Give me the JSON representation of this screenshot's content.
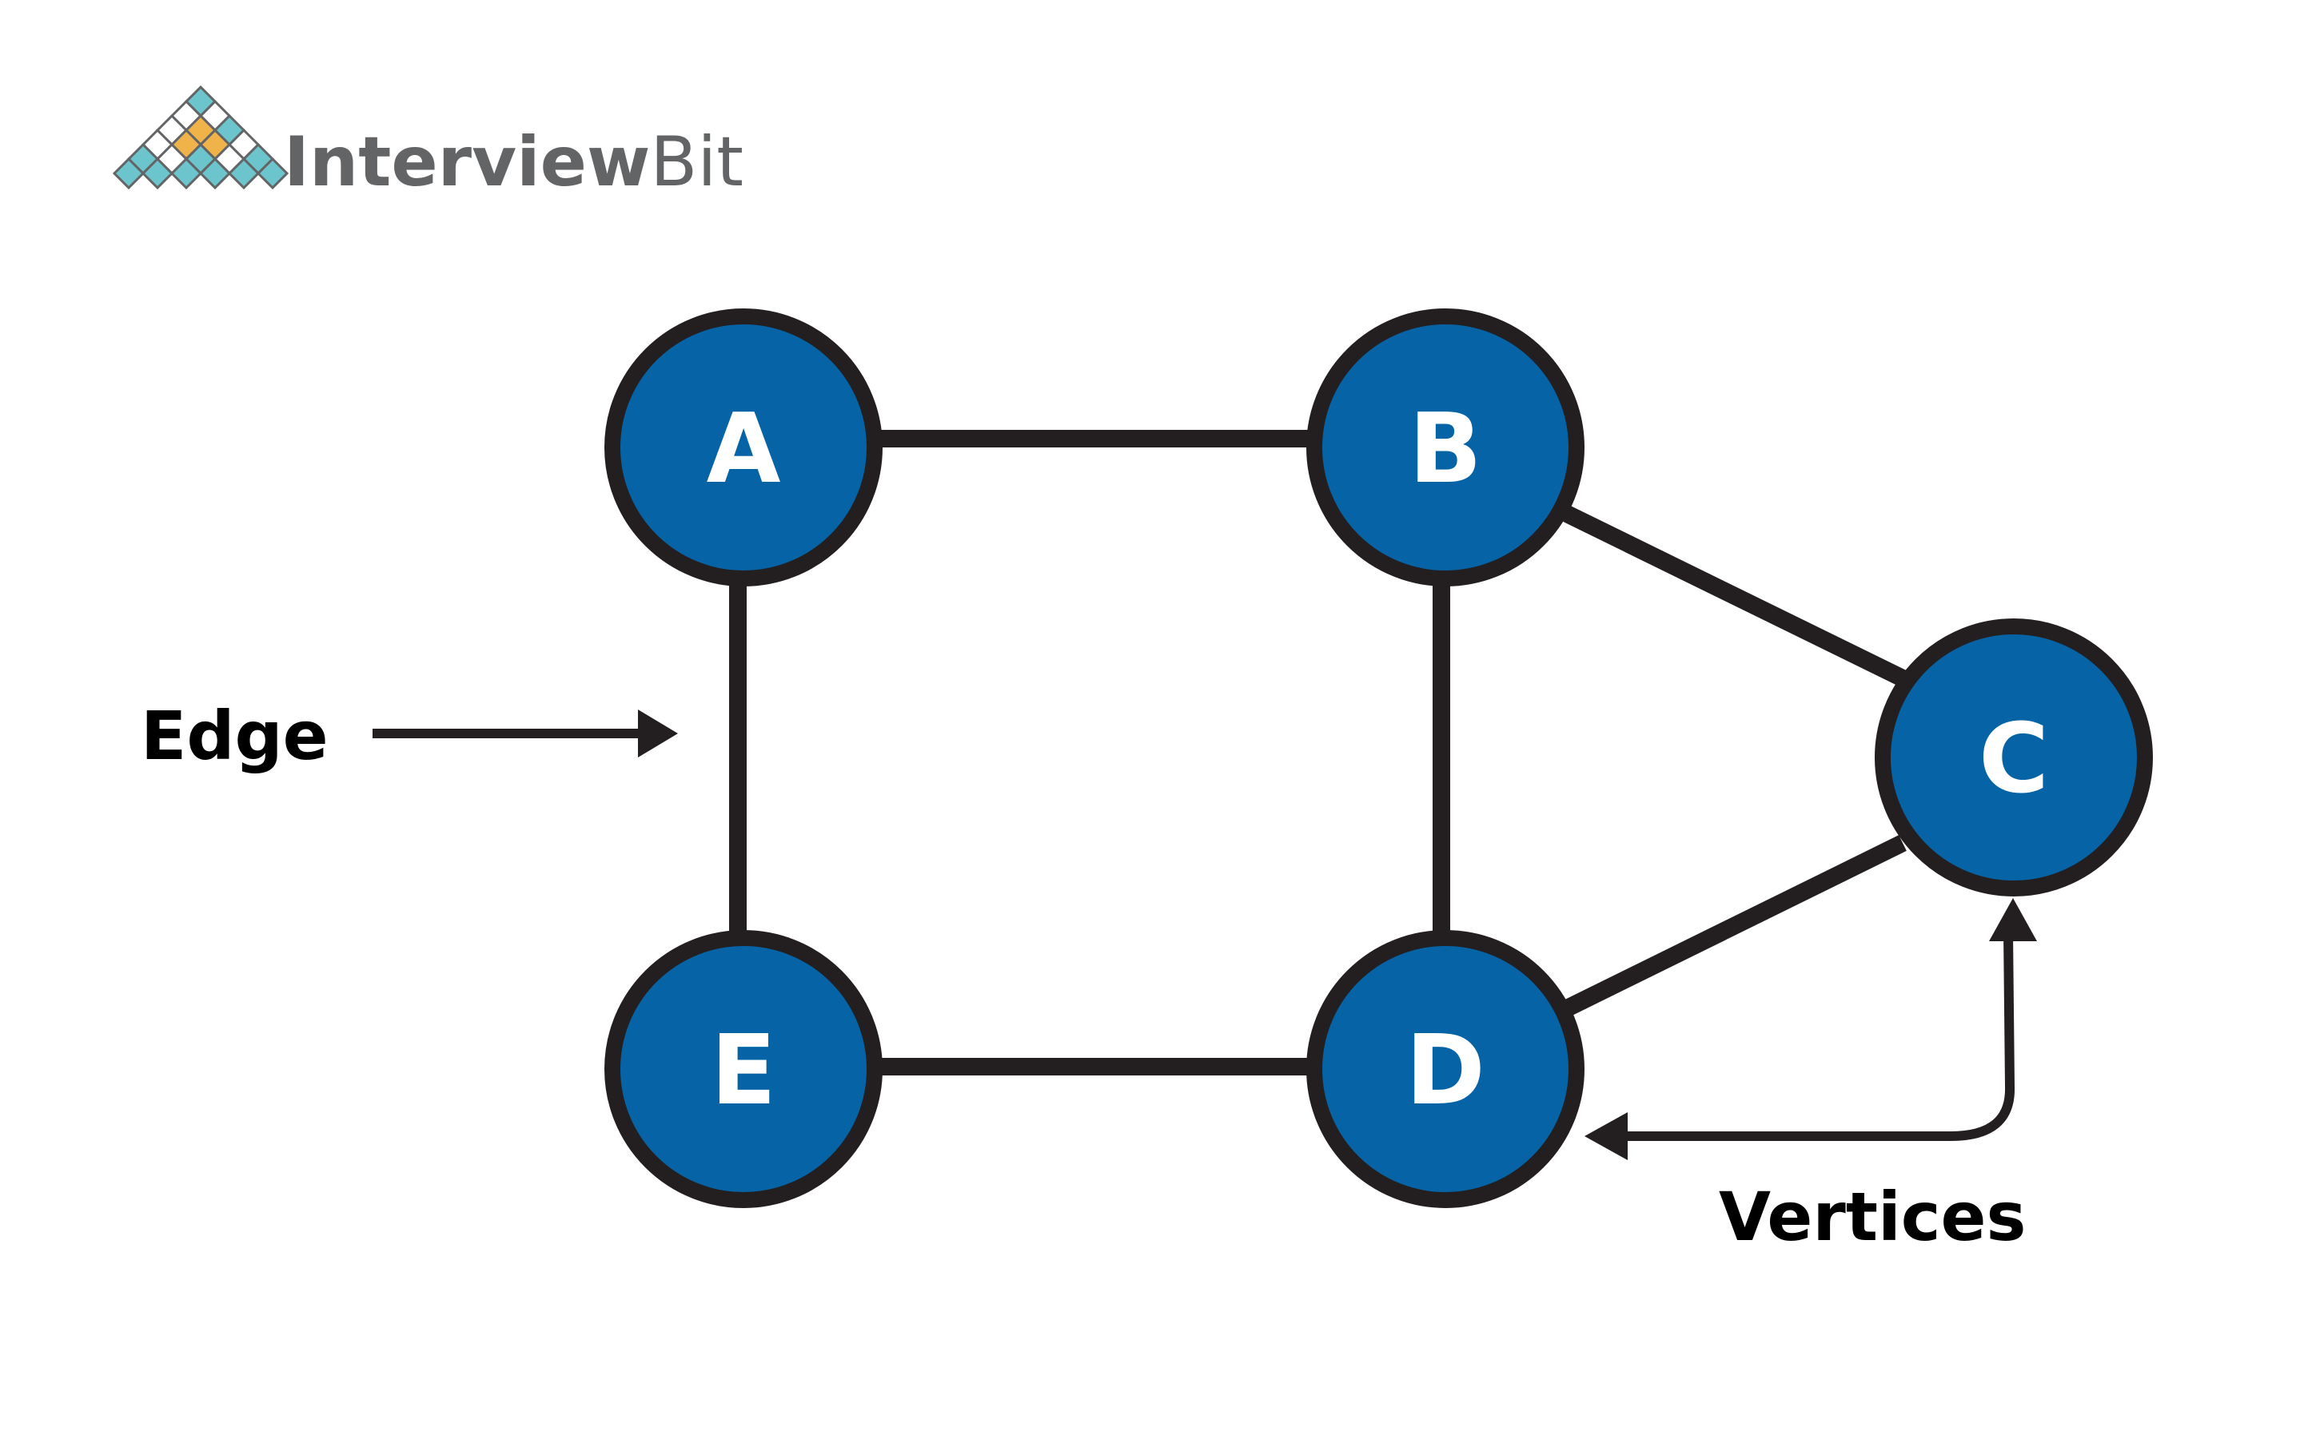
{
  "brand": {
    "name_main": "Interview",
    "name_suffix": "Bit",
    "text_color": "#636466",
    "tile_colors": {
      "teal": "#6cc4cc",
      "orange": "#efb349",
      "white": "#ffffff",
      "outline": "#636466"
    }
  },
  "diagram": {
    "node_fill": "#0563a6",
    "node_stroke": "#231f20",
    "edge_color": "#231f20",
    "label_color": "#ffffff",
    "nodes": [
      {
        "id": "A",
        "label": "A"
      },
      {
        "id": "B",
        "label": "B"
      },
      {
        "id": "C",
        "label": "C"
      },
      {
        "id": "D",
        "label": "D"
      },
      {
        "id": "E",
        "label": "E"
      }
    ],
    "edges": [
      {
        "from": "A",
        "to": "B"
      },
      {
        "from": "B",
        "to": "C"
      },
      {
        "from": "C",
        "to": "D"
      },
      {
        "from": "D",
        "to": "E"
      },
      {
        "from": "E",
        "to": "A"
      },
      {
        "from": "B",
        "to": "D"
      }
    ],
    "annotations": {
      "edge_label": "Edge",
      "vertices_label": "Vertices"
    }
  }
}
